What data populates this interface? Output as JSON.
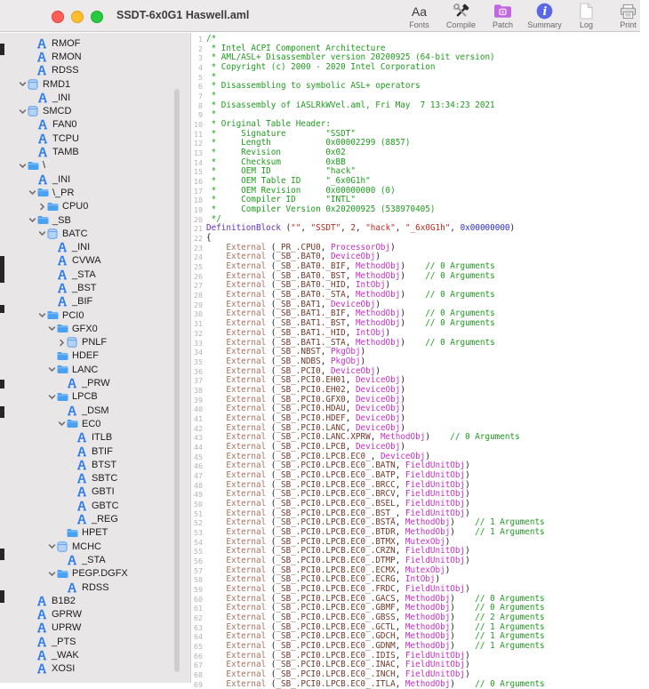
{
  "window": {
    "title": "SSDT-6x0G1 Haswell.aml"
  },
  "toolbar": {
    "items": [
      {
        "label": "Fonts",
        "icon": "fonts-icon"
      },
      {
        "label": "Compile",
        "icon": "compile-icon"
      },
      {
        "label": "Patch",
        "icon": "patch-icon"
      },
      {
        "label": "Summary",
        "icon": "summary-icon"
      },
      {
        "label": "Log",
        "icon": "log-icon"
      },
      {
        "label": "Print",
        "icon": "print-icon"
      }
    ]
  },
  "colors": {
    "comment_green": "#1D9B1D",
    "string_red": "#C4261D",
    "number_blue": "#2A2AD5",
    "keyword_violet": "#5A2FC9",
    "external_brown": "#A8705C",
    "path_brown": "#70392B",
    "object_magenta": "#C42FC4",
    "sidebar_bg": "#E8E6E6",
    "titlebar_bg": "#ECEAEA",
    "traffic_red": "#FF5F57",
    "traffic_yellow": "#FEBC2E",
    "traffic_green": "#28C840",
    "tree_icon_blue": "#2E7BF0"
  },
  "sidebar": {
    "items": [
      {
        "label": "RMOF",
        "icon": "method",
        "level": 0,
        "arrow": ""
      },
      {
        "label": "RMON",
        "icon": "method",
        "level": 0,
        "arrow": ""
      },
      {
        "label": "RDSS",
        "icon": "method",
        "level": 0,
        "arrow": ""
      },
      {
        "label": "RMD1",
        "icon": "device",
        "level": 0,
        "arrow": "v"
      },
      {
        "label": "_INI",
        "icon": "method",
        "level": 1,
        "arrow": ""
      },
      {
        "label": "SMCD",
        "icon": "device",
        "level": 0,
        "arrow": "v"
      },
      {
        "label": "FAN0",
        "icon": "method",
        "level": 1,
        "arrow": ""
      },
      {
        "label": "TCPU",
        "icon": "method",
        "level": 1,
        "arrow": ""
      },
      {
        "label": "TAMB",
        "icon": "method",
        "level": 1,
        "arrow": ""
      },
      {
        "label": "\\",
        "icon": "folder",
        "level": 0,
        "arrow": "v"
      },
      {
        "label": "_INI",
        "icon": "method",
        "level": 1,
        "arrow": ""
      },
      {
        "label": "\\_PR",
        "icon": "folder",
        "level": 1,
        "arrow": "v"
      },
      {
        "label": "CPU0",
        "icon": "folder",
        "level": 2,
        "arrow": ">"
      },
      {
        "label": "_SB",
        "icon": "folder",
        "level": 1,
        "arrow": "v"
      },
      {
        "label": "BATC",
        "icon": "device",
        "level": 2,
        "arrow": "v"
      },
      {
        "label": "_INI",
        "icon": "method",
        "level": 3,
        "arrow": ""
      },
      {
        "label": "CVWA",
        "icon": "method",
        "level": 3,
        "arrow": ""
      },
      {
        "label": "_STA",
        "icon": "method",
        "level": 3,
        "arrow": ""
      },
      {
        "label": "_BST",
        "icon": "method",
        "level": 3,
        "arrow": ""
      },
      {
        "label": "_BIF",
        "icon": "method",
        "level": 3,
        "arrow": ""
      },
      {
        "label": "PCI0",
        "icon": "folder",
        "level": 2,
        "arrow": "v"
      },
      {
        "label": "GFX0",
        "icon": "folder",
        "level": 3,
        "arrow": "v"
      },
      {
        "label": "PNLF",
        "icon": "device",
        "level": 4,
        "arrow": ">"
      },
      {
        "label": "HDEF",
        "icon": "folder",
        "level": 3,
        "arrow": ""
      },
      {
        "label": "LANC",
        "icon": "folder",
        "level": 3,
        "arrow": "v"
      },
      {
        "label": "_PRW",
        "icon": "method",
        "level": 4,
        "arrow": ""
      },
      {
        "label": "LPCB",
        "icon": "folder",
        "level": 3,
        "arrow": "v"
      },
      {
        "label": "_DSM",
        "icon": "method",
        "level": 4,
        "arrow": ""
      },
      {
        "label": "EC0",
        "icon": "folder",
        "level": 4,
        "arrow": "v"
      },
      {
        "label": "ITLB",
        "icon": "method",
        "level": 5,
        "arrow": ""
      },
      {
        "label": "BTIF",
        "icon": "method",
        "level": 5,
        "arrow": ""
      },
      {
        "label": "BTST",
        "icon": "method",
        "level": 5,
        "arrow": ""
      },
      {
        "label": "SBTC",
        "icon": "method",
        "level": 5,
        "arrow": ""
      },
      {
        "label": "GBTI",
        "icon": "method",
        "level": 5,
        "arrow": ""
      },
      {
        "label": "GBTC",
        "icon": "method",
        "level": 5,
        "arrow": ""
      },
      {
        "label": "_REG",
        "icon": "method",
        "level": 5,
        "arrow": ""
      },
      {
        "label": "HPET",
        "icon": "folder",
        "level": 4,
        "arrow": ""
      },
      {
        "label": "MCHC",
        "icon": "device",
        "level": 3,
        "arrow": "v"
      },
      {
        "label": "_STA",
        "icon": "method",
        "level": 4,
        "arrow": ""
      },
      {
        "label": "PEGP.DGFX",
        "icon": "folder",
        "level": 3,
        "arrow": "v"
      },
      {
        "label": "RDSS",
        "icon": "method",
        "level": 4,
        "arrow": ""
      },
      {
        "label": "B1B2",
        "icon": "method",
        "level": 0,
        "arrow": ""
      },
      {
        "label": "GPRW",
        "icon": "method",
        "level": 0,
        "arrow": ""
      },
      {
        "label": "UPRW",
        "icon": "method",
        "level": 0,
        "arrow": ""
      },
      {
        "label": "_PTS",
        "icon": "method",
        "level": 0,
        "arrow": ""
      },
      {
        "label": "_WAK",
        "icon": "method",
        "level": 0,
        "arrow": ""
      },
      {
        "label": "XOSI",
        "icon": "method",
        "level": 0,
        "arrow": ""
      }
    ]
  },
  "editor": {
    "lines": [
      {
        "t": "c",
        "x": "/*"
      },
      {
        "t": "c",
        "x": " * Intel ACPI Component Architecture"
      },
      {
        "t": "c",
        "x": " * AML/ASL+ Disassembler version 20200925 (64-bit version)"
      },
      {
        "t": "c",
        "x": " * Copyright (c) 2000 - 2020 Intel Corporation"
      },
      {
        "t": "c",
        "x": " * "
      },
      {
        "t": "c",
        "x": " * Disassembling to symbolic ASL+ operators"
      },
      {
        "t": "c",
        "x": " * "
      },
      {
        "t": "c",
        "x": " * Disassembly of iASLRkWVel.aml, Fri May  7 13:34:23 2021"
      },
      {
        "t": "c",
        "x": " * "
      },
      {
        "t": "c",
        "x": " * Original Table Header:"
      },
      {
        "t": "c",
        "x": " *     Signature        \"SSDT\""
      },
      {
        "t": "c",
        "x": " *     Length           0x00002299 (8857)"
      },
      {
        "t": "c",
        "x": " *     Revision         0x02"
      },
      {
        "t": "c",
        "x": " *     Checksum         0xBB"
      },
      {
        "t": "c",
        "x": " *     OEM ID           \"hack\""
      },
      {
        "t": "c",
        "x": " *     OEM Table ID     \"_6x0G1h\""
      },
      {
        "t": "c",
        "x": " *     OEM Revision     0x00000000 (0)"
      },
      {
        "t": "c",
        "x": " *     Compiler ID      \"INTL\""
      },
      {
        "t": "c",
        "x": " *     Compiler Version 0x20200925 (538970405)"
      },
      {
        "t": "c",
        "x": " */"
      },
      {
        "t": "tok",
        "k": [
          [
            "op",
            "DefinitionBlock"
          ],
          [
            "pln",
            " ("
          ],
          [
            "str",
            "\"\""
          ],
          [
            "pln",
            ", "
          ],
          [
            "str",
            "\"SSDT\""
          ],
          [
            "pln",
            ", "
          ],
          [
            "str",
            "2"
          ],
          [
            "pln",
            ", "
          ],
          [
            "str",
            "\"hack\""
          ],
          [
            "pln",
            ", "
          ],
          [
            "str",
            "\"_6x0G1h\""
          ],
          [
            "pln",
            ", "
          ],
          [
            "num",
            "0x00000000"
          ],
          [
            "pln",
            ")"
          ]
        ]
      },
      {
        "t": "p",
        "x": "{"
      },
      {
        "t": "e",
        "p": "_PR_.CPU0",
        "o": "ProcessorObj"
      },
      {
        "t": "e",
        "p": "_SB_.BAT0",
        "o": "DeviceObj"
      },
      {
        "t": "e",
        "p": "_SB_.BAT0._BIF",
        "o": "MethodObj",
        "a": "0"
      },
      {
        "t": "e",
        "p": "_SB_.BAT0._BST",
        "o": "MethodObj",
        "a": "0"
      },
      {
        "t": "e",
        "p": "_SB_.BAT0._HID",
        "o": "IntObj"
      },
      {
        "t": "e",
        "p": "_SB_.BAT0._STA",
        "o": "MethodObj",
        "a": "0"
      },
      {
        "t": "e",
        "p": "_SB_.BAT1",
        "o": "DeviceObj"
      },
      {
        "t": "e",
        "p": "_SB_.BAT1._BIF",
        "o": "MethodObj",
        "a": "0"
      },
      {
        "t": "e",
        "p": "_SB_.BAT1._BST",
        "o": "MethodObj",
        "a": "0"
      },
      {
        "t": "e",
        "p": "_SB_.BAT1._HID",
        "o": "IntObj"
      },
      {
        "t": "e",
        "p": "_SB_.BAT1._STA",
        "o": "MethodObj",
        "a": "0"
      },
      {
        "t": "e",
        "p": "_SB_.NBST",
        "o": "PkgObj"
      },
      {
        "t": "e",
        "p": "_SB_.NDBS",
        "o": "PkgObj"
      },
      {
        "t": "e",
        "p": "_SB_.PCI0",
        "o": "DeviceObj"
      },
      {
        "t": "e",
        "p": "_SB_.PCI0.EH01",
        "o": "DeviceObj"
      },
      {
        "t": "e",
        "p": "_SB_.PCI0.EH02",
        "o": "DeviceObj"
      },
      {
        "t": "e",
        "p": "_SB_.PCI0.GFX0",
        "o": "DeviceObj"
      },
      {
        "t": "e",
        "p": "_SB_.PCI0.HDAU",
        "o": "DeviceObj"
      },
      {
        "t": "e",
        "p": "_SB_.PCI0.HDEF",
        "o": "DeviceObj"
      },
      {
        "t": "e",
        "p": "_SB_.PCI0.LANC",
        "o": "DeviceObj"
      },
      {
        "t": "e",
        "p": "_SB_.PCI0.LANC.XPRW",
        "o": "MethodObj",
        "a": "0"
      },
      {
        "t": "e",
        "p": "_SB_.PCI0.LPCB",
        "o": "DeviceObj"
      },
      {
        "t": "e",
        "p": "_SB_.PCI0.LPCB.EC0_",
        "o": "DeviceObj"
      },
      {
        "t": "e",
        "p": "_SB_.PCI0.LPCB.EC0_.BATN",
        "o": "FieldUnitObj"
      },
      {
        "t": "e",
        "p": "_SB_.PCI0.LPCB.EC0_.BATP",
        "o": "FieldUnitObj"
      },
      {
        "t": "e",
        "p": "_SB_.PCI0.LPCB.EC0_.BRCC",
        "o": "FieldUnitObj"
      },
      {
        "t": "e",
        "p": "_SB_.PCI0.LPCB.EC0_.BRCV",
        "o": "FieldUnitObj"
      },
      {
        "t": "e",
        "p": "_SB_.PCI0.LPCB.EC0_.BSEL",
        "o": "FieldUnitObj"
      },
      {
        "t": "e",
        "p": "_SB_.PCI0.LPCB.EC0_.BST_",
        "o": "FieldUnitObj"
      },
      {
        "t": "e",
        "p": "_SB_.PCI0.LPCB.EC0_.BSTA",
        "o": "MethodObj",
        "a": "1"
      },
      {
        "t": "e",
        "p": "_SB_.PCI0.LPCB.EC0_.BTDR",
        "o": "MethodObj",
        "a": "1"
      },
      {
        "t": "e",
        "p": "_SB_.PCI0.LPCB.EC0_.BTMX",
        "o": "MutexObj"
      },
      {
        "t": "e",
        "p": "_SB_.PCI0.LPCB.EC0_.CRZN",
        "o": "FieldUnitObj"
      },
      {
        "t": "e",
        "p": "_SB_.PCI0.LPCB.EC0_.DTMP",
        "o": "FieldUnitObj"
      },
      {
        "t": "e",
        "p": "_SB_.PCI0.LPCB.EC0_.ECMX",
        "o": "MutexObj"
      },
      {
        "t": "e",
        "p": "_SB_.PCI0.LPCB.EC0_.ECRG",
        "o": "IntObj"
      },
      {
        "t": "e",
        "p": "_SB_.PCI0.LPCB.EC0_.FRDC",
        "o": "FieldUnitObj"
      },
      {
        "t": "e",
        "p": "_SB_.PCI0.LPCB.EC0_.GACS",
        "o": "MethodObj",
        "a": "0"
      },
      {
        "t": "e",
        "p": "_SB_.PCI0.LPCB.EC0_.GBMF",
        "o": "MethodObj",
        "a": "0"
      },
      {
        "t": "e",
        "p": "_SB_.PCI0.LPCB.EC0_.GBSS",
        "o": "MethodObj",
        "a": "2"
      },
      {
        "t": "e",
        "p": "_SB_.PCI0.LPCB.EC0_.GCTL",
        "o": "MethodObj",
        "a": "1"
      },
      {
        "t": "e",
        "p": "_SB_.PCI0.LPCB.EC0_.GDCH",
        "o": "MethodObj",
        "a": "1"
      },
      {
        "t": "e",
        "p": "_SB_.PCI0.LPCB.EC0_.GDNM",
        "o": "MethodObj",
        "a": "1"
      },
      {
        "t": "e",
        "p": "_SB_.PCI0.LPCB.EC0_.IDIS",
        "o": "FieldUnitObj"
      },
      {
        "t": "e",
        "p": "_SB_.PCI0.LPCB.EC0_.INAC",
        "o": "FieldUnitObj"
      },
      {
        "t": "e",
        "p": "_SB_.PCI0.LPCB.EC0_.INCH",
        "o": "FieldUnitObj"
      },
      {
        "t": "e",
        "p": "_SB_.PCI0.LPCB.EC0_.ITLA",
        "o": "MethodObj",
        "a": "0"
      }
    ]
  }
}
